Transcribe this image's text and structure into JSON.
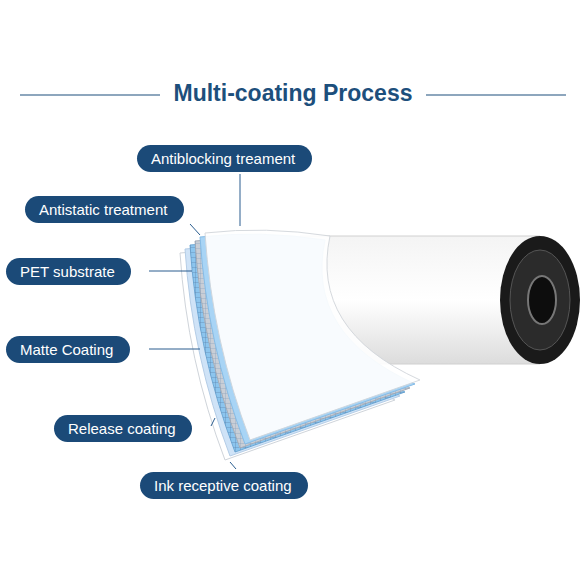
{
  "diagram": {
    "title": "Multi-coating Process",
    "nodes": [
      {
        "text": [
          "Antiblocking treament"
        ]
      },
      {
        "text": [
          "Antistatic treatment"
        ]
      },
      {
        "text": [
          "PET substrate"
        ]
      },
      {
        "text": [
          "Matte Coating"
        ]
      },
      {
        "text": [
          "Release coating"
        ]
      },
      {
        "text": [
          "Ink receptive coating"
        ]
      }
    ]
  }
}
